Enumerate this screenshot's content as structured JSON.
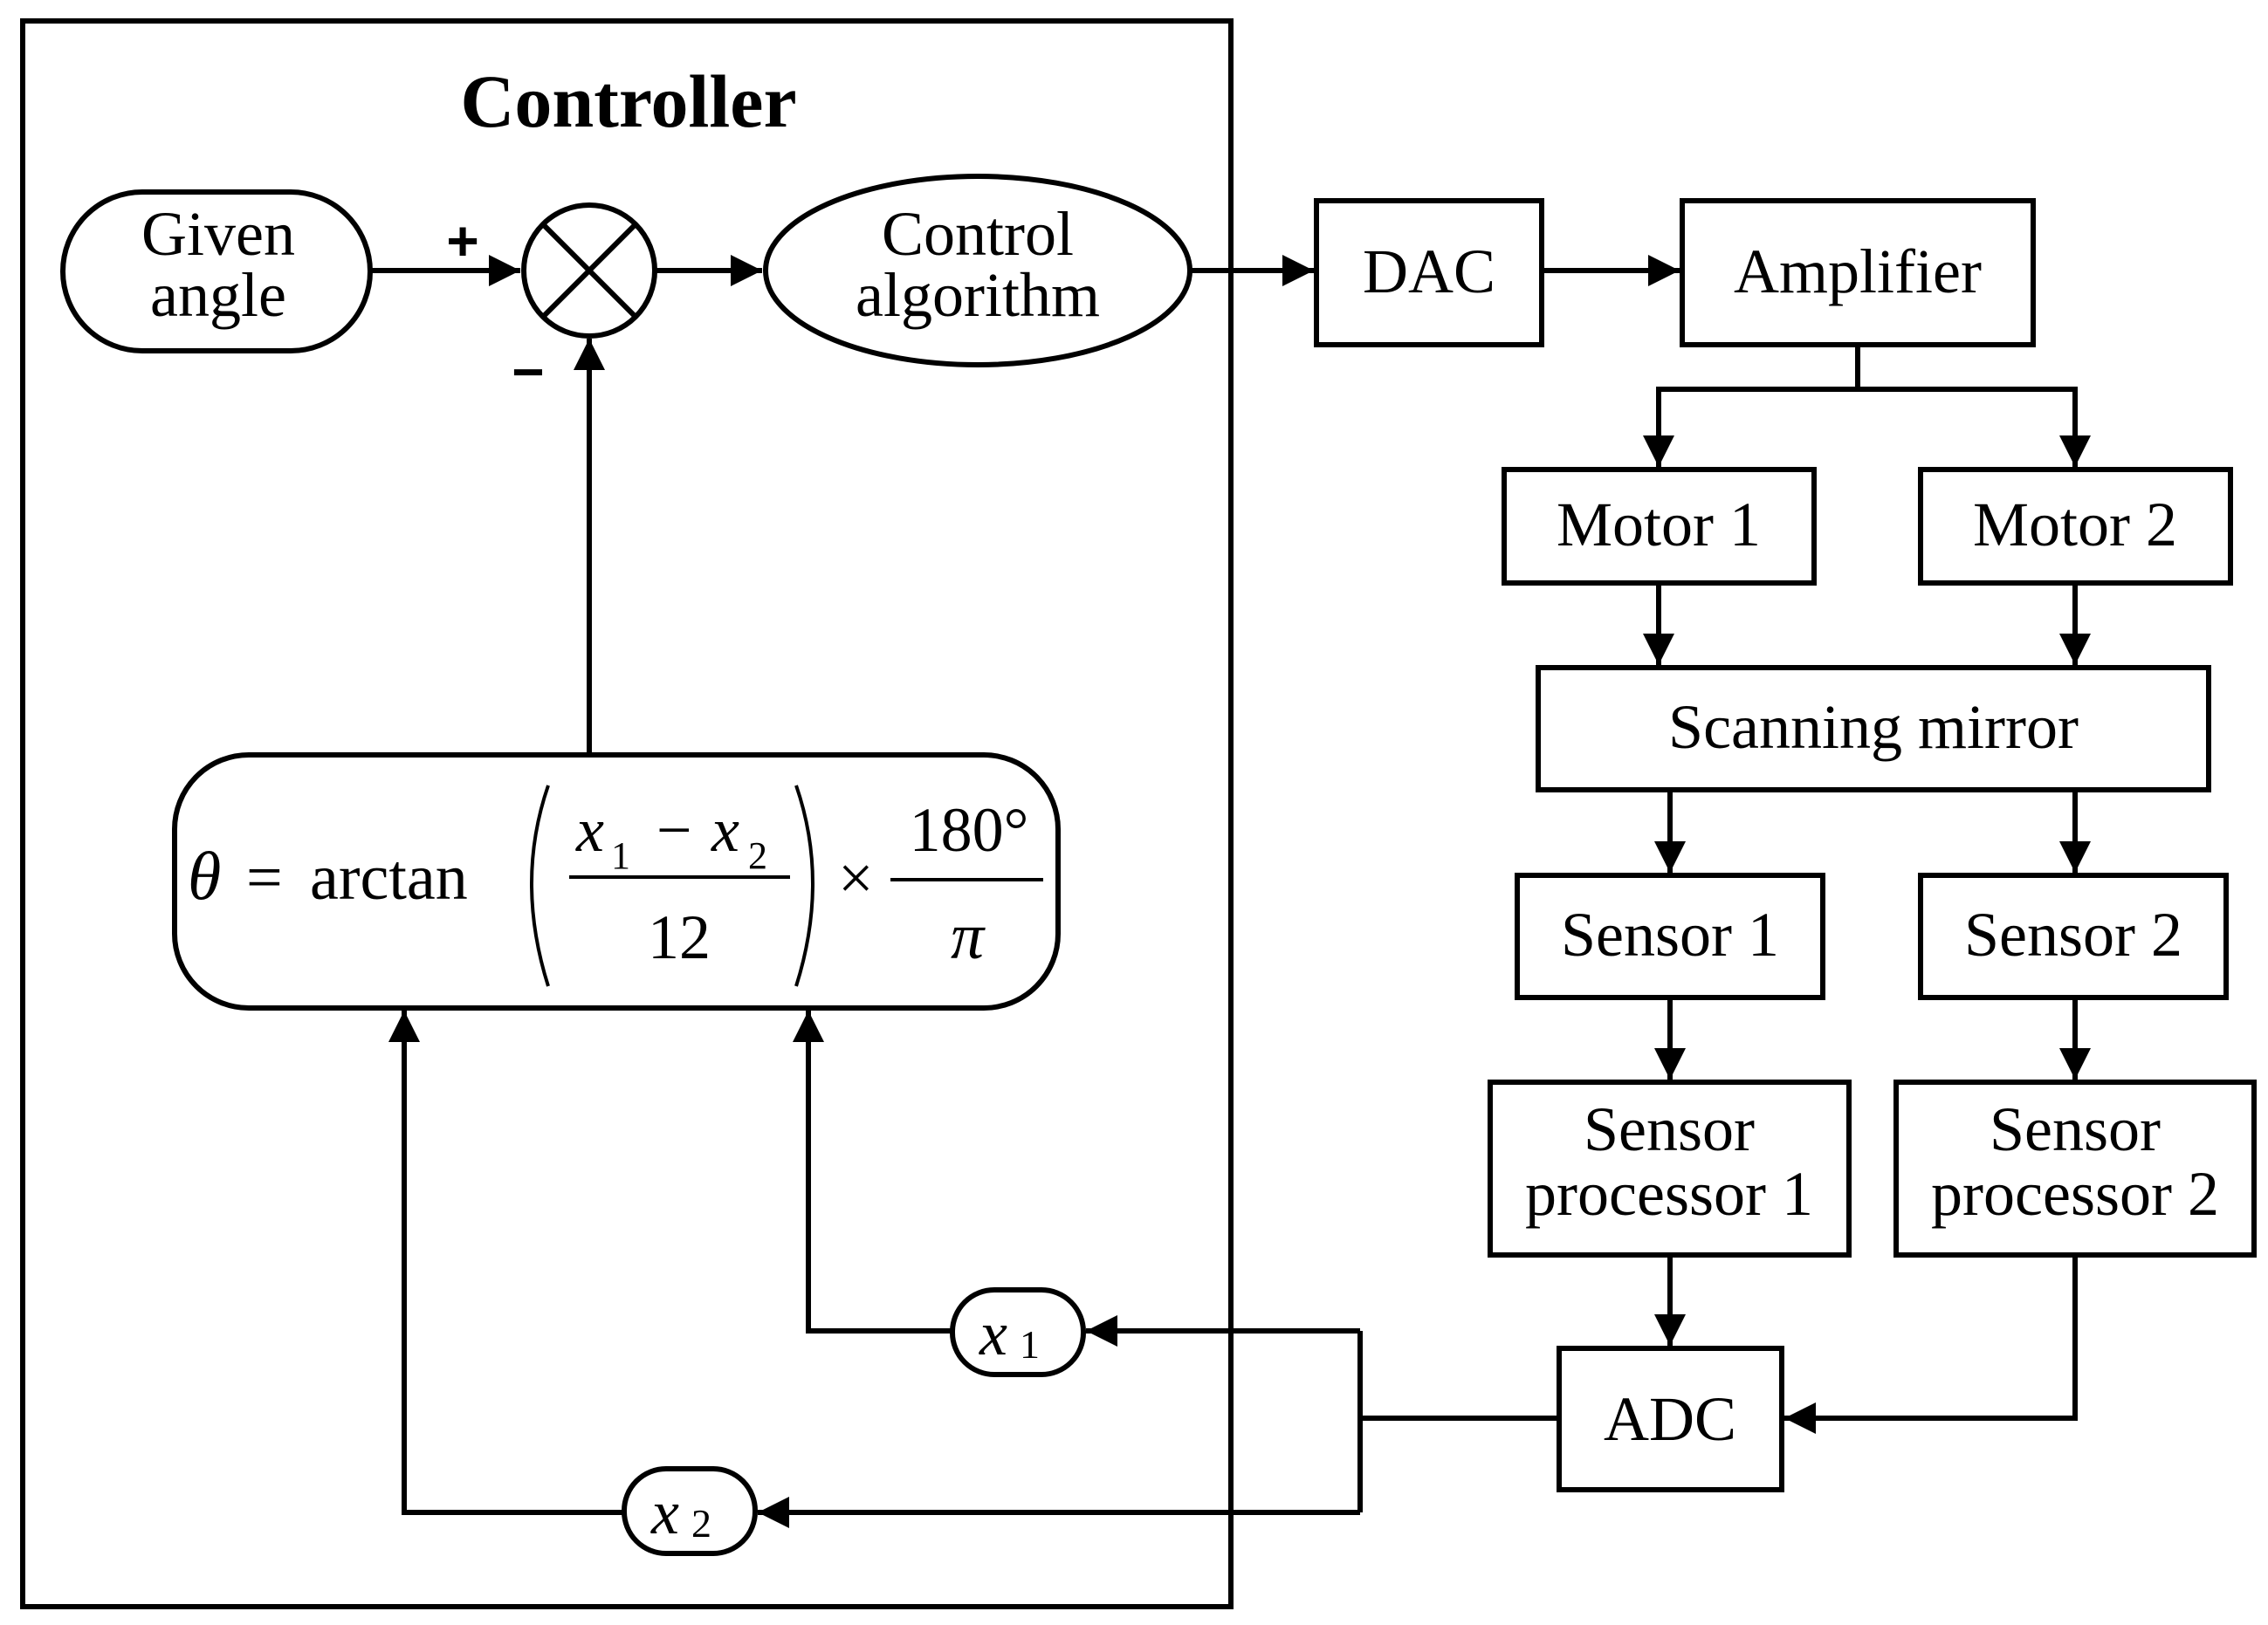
{
  "controller": {
    "title": "Controller",
    "given_angle": [
      "Given",
      "angle"
    ],
    "control_algorithm": [
      "Control",
      "algorithm"
    ],
    "plus_sign": "+",
    "minus_sign": "−",
    "formula": {
      "theta": "θ",
      "equals": "=",
      "func": "arctan",
      "numerator_x1": "x",
      "sub1": "1",
      "minus": "−",
      "numerator_x2": "x",
      "sub2": "2",
      "denominator": "12",
      "times": "×",
      "frac2_num": "180°",
      "frac2_den": "π"
    },
    "signal_x1": {
      "var": "x",
      "sub": "1"
    },
    "signal_x2": {
      "var": "x",
      "sub": "2"
    }
  },
  "blocks": {
    "dac": "DAC",
    "amplifier": "Amplifier",
    "motor1": "Motor 1",
    "motor2": "Motor 2",
    "scanning_mirror": "Scanning mirror",
    "sensor1": "Sensor 1",
    "sensor2": "Sensor 2",
    "sensor_processor1": [
      "Sensor",
      "processor 1"
    ],
    "sensor_processor2": [
      "Sensor",
      "processor 2"
    ],
    "adc": "ADC"
  }
}
